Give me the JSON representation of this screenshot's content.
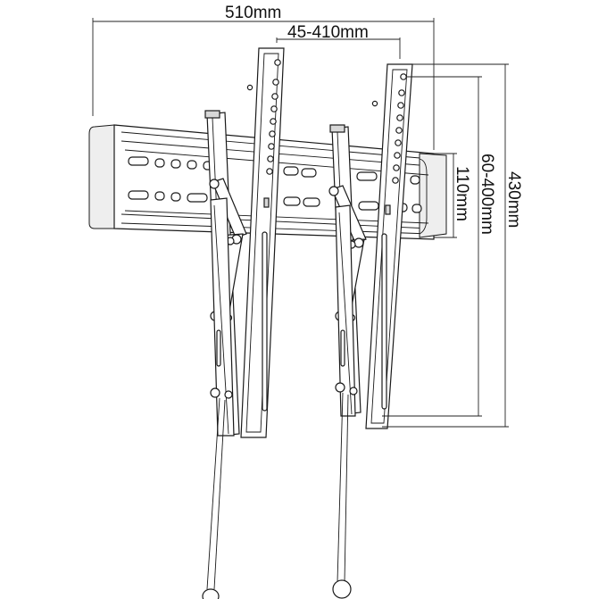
{
  "dimensions": {
    "total_width": "510mm",
    "vesa_horizontal": "45-410mm",
    "wall_plate_height": "110mm",
    "vesa_vertical": "60-400mm",
    "total_height": "430mm"
  }
}
